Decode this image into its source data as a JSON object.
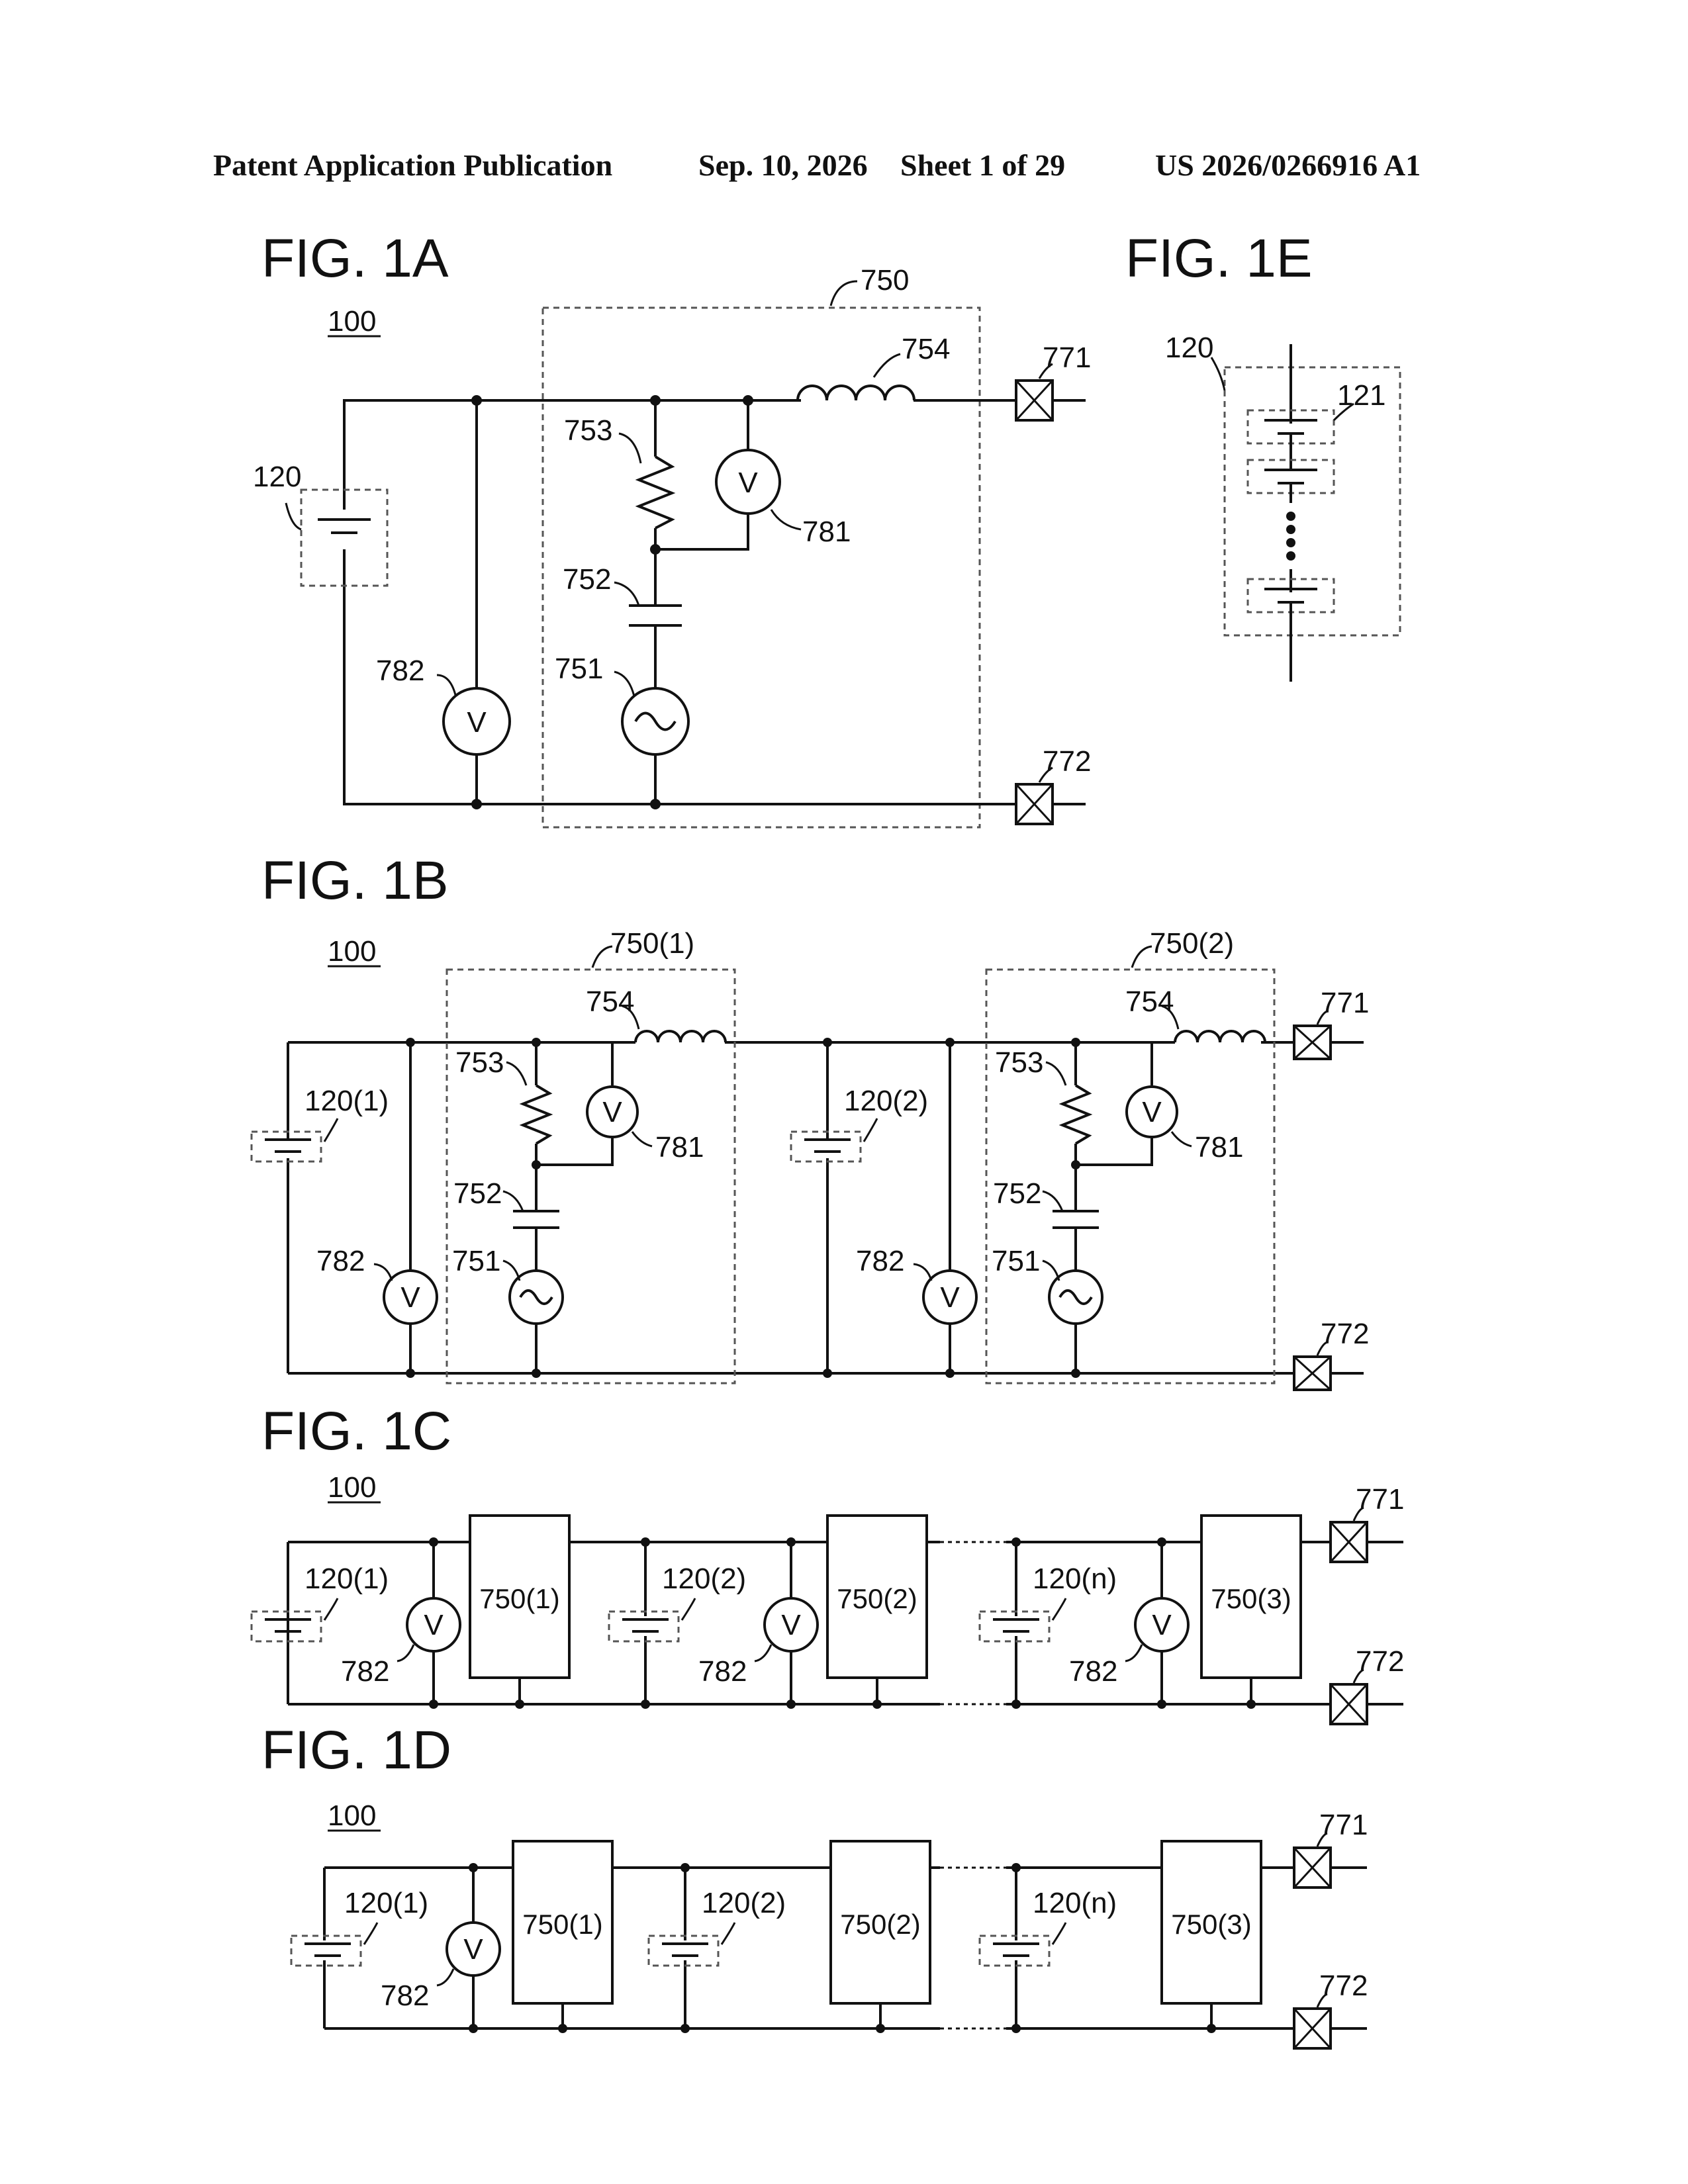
{
  "header": {
    "publication": "Patent Application Publication",
    "date": "Sep. 10, 2026",
    "sheet": "Sheet 1 of 29",
    "number": "US 2026/0266916 A1"
  },
  "figures": {
    "fig1a": {
      "title": "FIG. 1A",
      "labels": {
        "device": "100",
        "battery": "120",
        "module": "750",
        "source": "751",
        "capacitor": "752",
        "resistor": "753",
        "inductor": "754",
        "term_pos": "771",
        "term_neg": "772",
        "volt_ac": "781",
        "volt_dc": "782"
      }
    },
    "fig1b": {
      "title": "FIG. 1B",
      "labels": {
        "device": "100",
        "battery1": "120(1)",
        "battery2": "120(2)",
        "module1": "750(1)",
        "module2": "750(2)",
        "source": "751",
        "capacitor": "752",
        "resistor": "753",
        "inductor": "754",
        "term_pos": "771",
        "term_neg": "772",
        "volt_ac": "781",
        "volt_dc": "782"
      }
    },
    "fig1c": {
      "title": "FIG. 1C",
      "labels": {
        "device": "100",
        "battery1": "120(1)",
        "battery2": "120(2)",
        "batteryn": "120(n)",
        "block1": "750(1)",
        "block2": "750(2)",
        "block3": "750(3)",
        "volt": "782",
        "term_pos": "771",
        "term_neg": "772"
      }
    },
    "fig1d": {
      "title": "FIG. 1D",
      "labels": {
        "device": "100",
        "battery1": "120(1)",
        "battery2": "120(2)",
        "batteryn": "120(n)",
        "block1": "750(1)",
        "block2": "750(2)",
        "block3": "750(3)",
        "volt": "782",
        "term_pos": "771",
        "term_neg": "772"
      }
    },
    "fig1e": {
      "title": "FIG. 1E",
      "labels": {
        "battery": "120",
        "cell": "121"
      }
    }
  },
  "symbols": {
    "voltmeter": "V",
    "ac_source": "~"
  }
}
